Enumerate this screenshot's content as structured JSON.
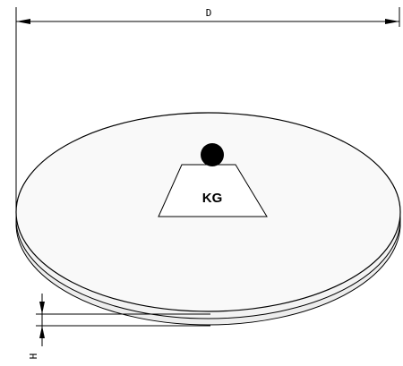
{
  "dimensions": {
    "diameter_label": "D",
    "height_label": "H"
  },
  "weight": {
    "label": "KG"
  },
  "colors": {
    "line": "#000000",
    "platter_fill": "#f7f7f7",
    "weight_ball": "#000000"
  }
}
